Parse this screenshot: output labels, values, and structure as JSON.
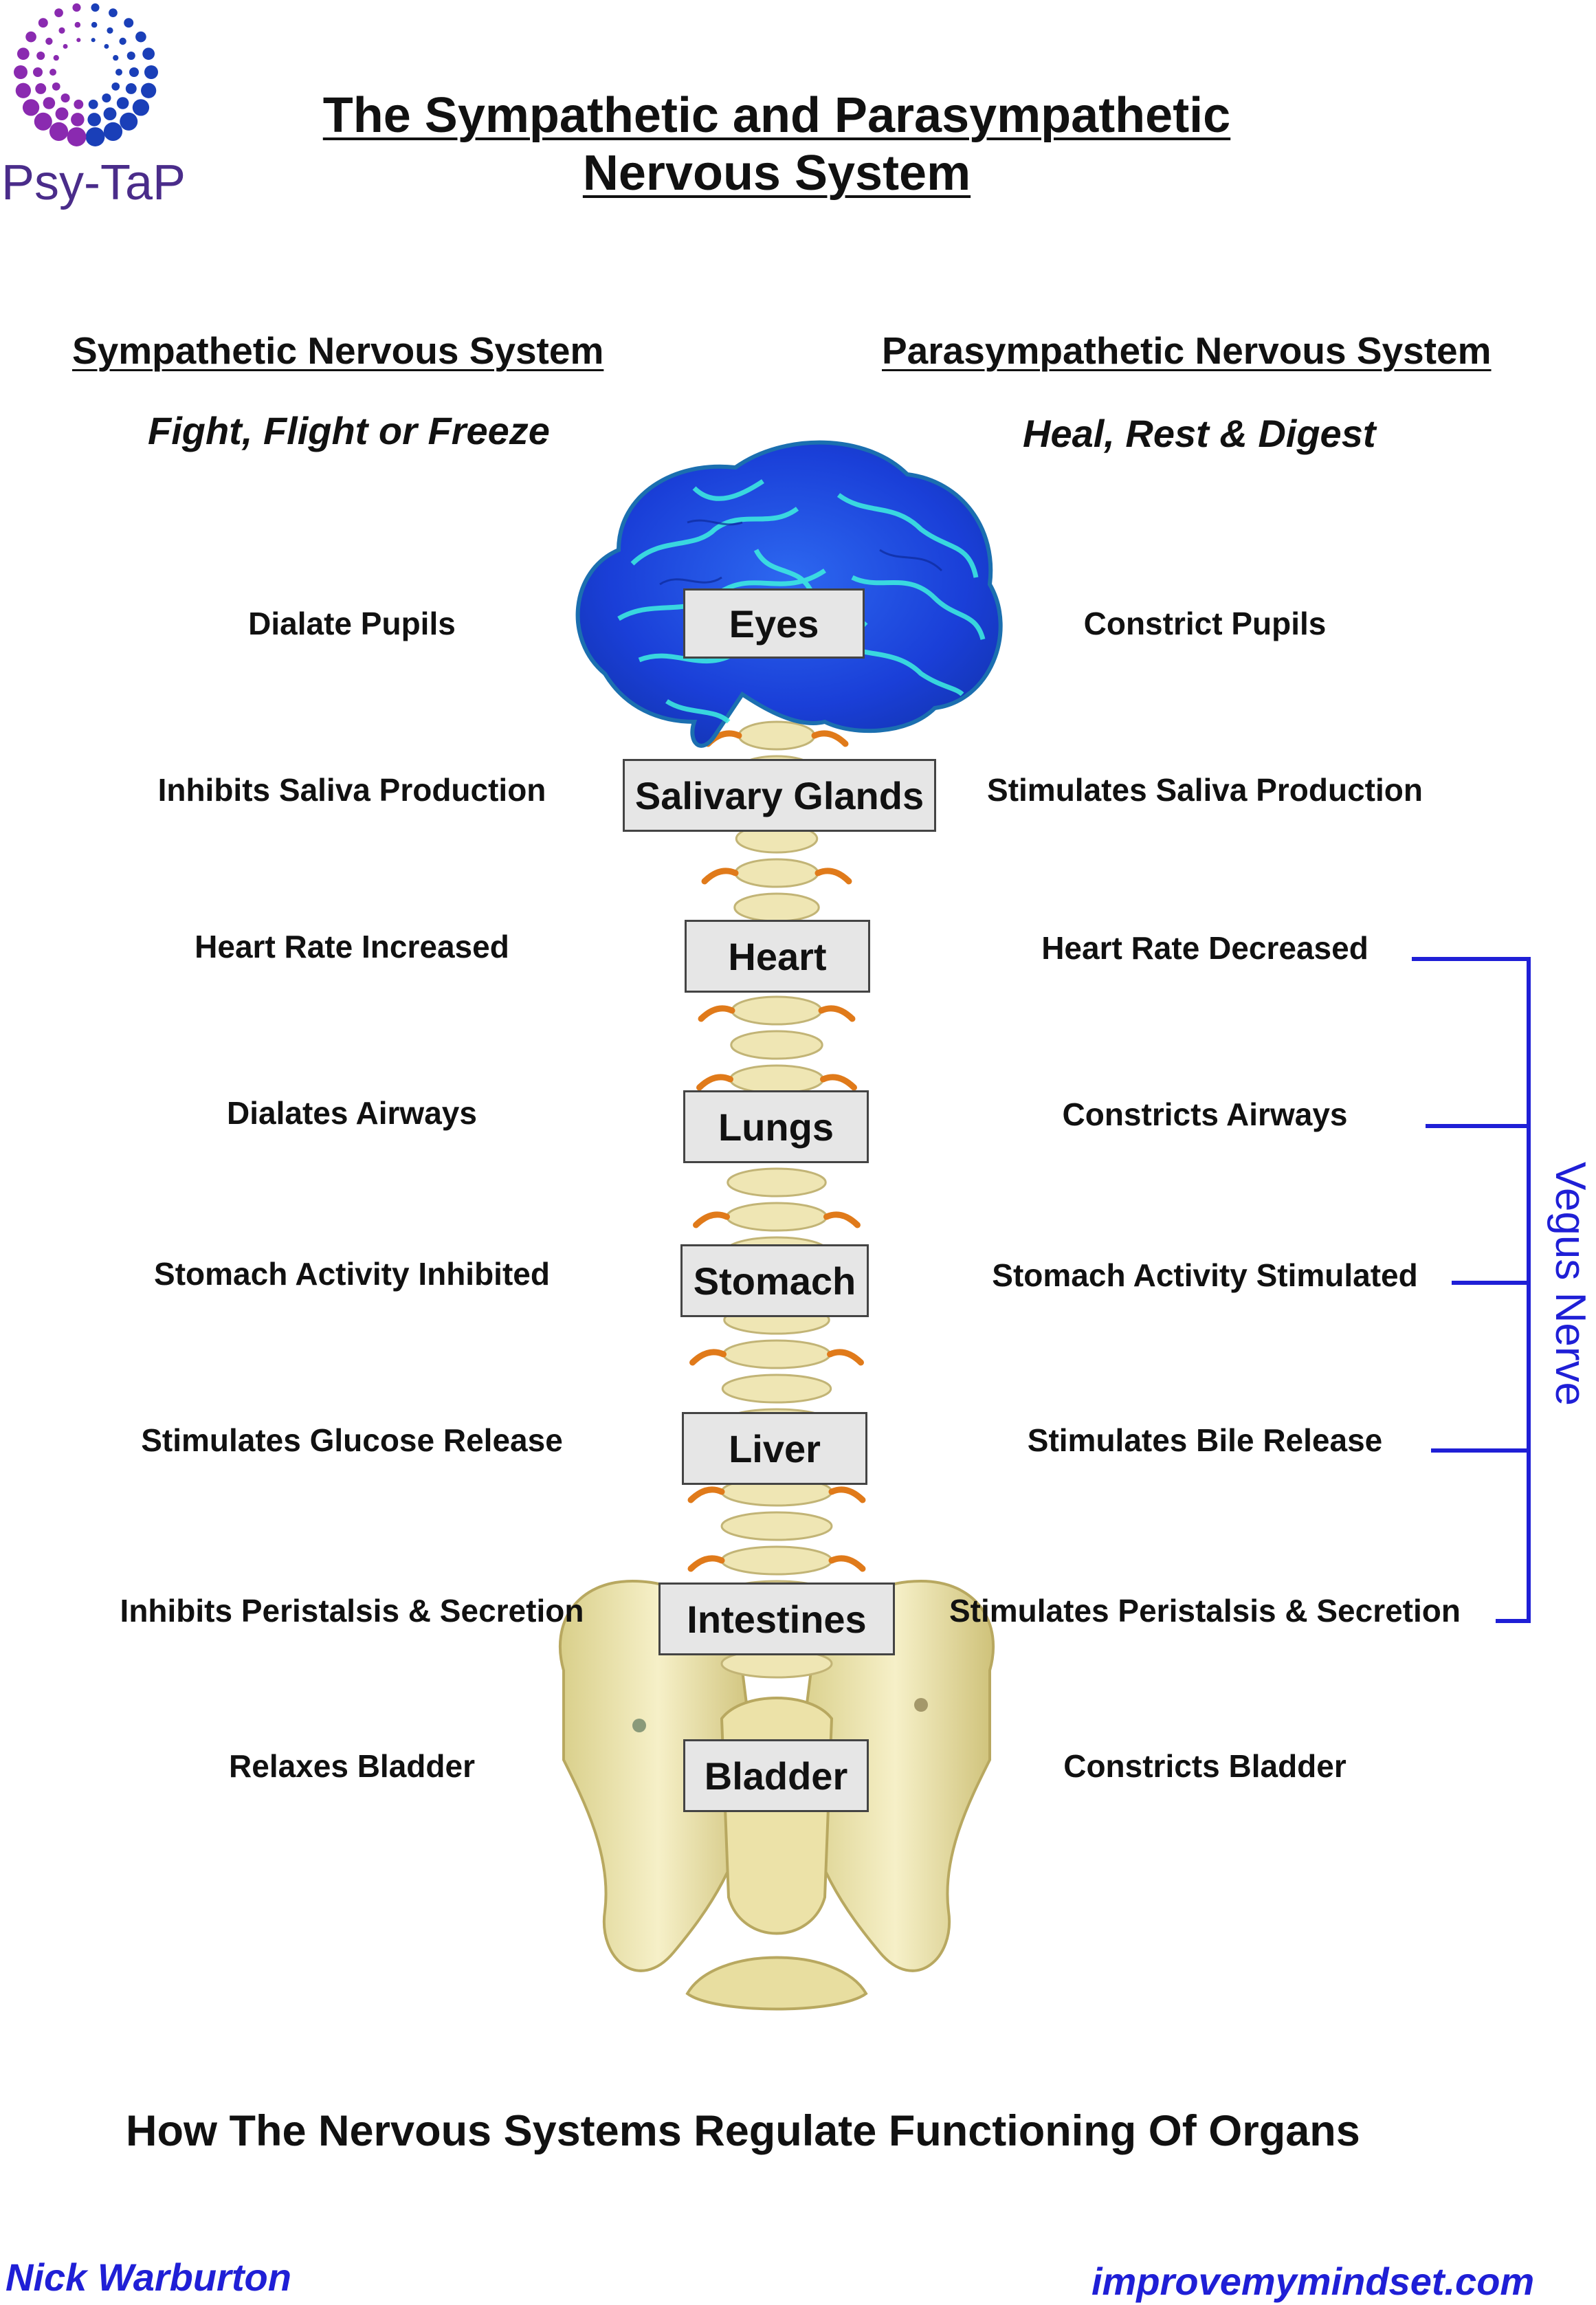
{
  "logo": {
    "text": "Psy-TaP",
    "icon": "dot-ring-logo"
  },
  "title": {
    "line1": "The Sympathetic and Parasympathetic",
    "line2": "Nervous System"
  },
  "sympathetic": {
    "heading": "Sympathetic Nervous System",
    "subtitle": "Fight, Flight or Freeze"
  },
  "parasympathetic": {
    "heading": "Parasympathetic Nervous System",
    "subtitle": "Heal, Rest & Digest"
  },
  "rows": [
    {
      "organ": "Eyes",
      "sympathetic": "Dialate Pupils",
      "parasympathetic": "Constrict Pupils"
    },
    {
      "organ": "Salivary Glands",
      "sympathetic": "Inhibits Saliva Production",
      "parasympathetic": "Stimulates Saliva Production"
    },
    {
      "organ": "Heart",
      "sympathetic": "Heart Rate Increased",
      "parasympathetic": "Heart Rate Decreased"
    },
    {
      "organ": "Lungs",
      "sympathetic": "Dialates Airways",
      "parasympathetic": "Constricts Airways"
    },
    {
      "organ": "Stomach",
      "sympathetic": "Stomach Activity Inhibited",
      "parasympathetic": "Stomach Activity Stimulated"
    },
    {
      "organ": "Liver",
      "sympathetic": "Stimulates Glucose Release",
      "parasympathetic": "Stimulates Bile Release"
    },
    {
      "organ": "Intestines",
      "sympathetic": "Inhibits Peristalsis & Secretion",
      "parasympathetic": "Stimulates Peristalsis & Secretion"
    },
    {
      "organ": "Bladder",
      "sympathetic": "Relaxes Bladder",
      "parasympathetic": "Constricts Bladder"
    }
  ],
  "vagus_label": "Vegus Nerve",
  "footer": "How The Nervous Systems Regulate Functioning Of Organs",
  "author": "Nick Warburton",
  "website": "improvemymindset.com",
  "colors": {
    "vagus_blue": "#1f1fd6",
    "brain_blue": "#1a4fe0",
    "brain_cyan": "#3ef0e0",
    "bone": "#f2ebb8",
    "nerve_orange": "#e07a1a",
    "logo_purple": "#6a2a9a"
  },
  "illustrations": [
    "brain-illustration",
    "spine-illustration",
    "pelvis-illustration"
  ]
}
